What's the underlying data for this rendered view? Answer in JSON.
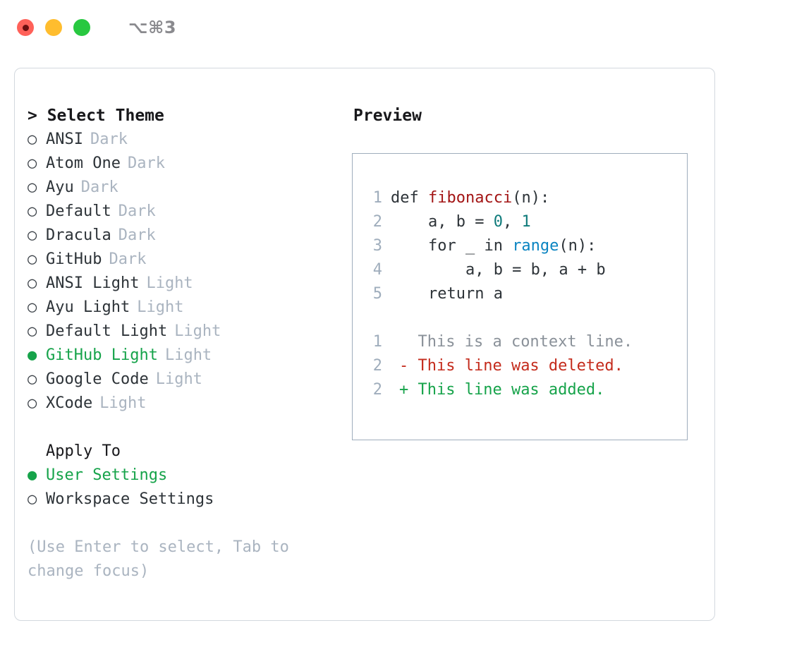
{
  "window": {
    "shortcut": "⌥⌘3",
    "lights": [
      "close-red",
      "minimize-yellow",
      "maximize-green"
    ]
  },
  "theme_picker": {
    "header": "> Select Theme",
    "items": [
      {
        "bullet": "○",
        "selected": false,
        "label": "ANSI",
        "suffix": "Dark"
      },
      {
        "bullet": "○",
        "selected": false,
        "label": "Atom One",
        "suffix": "Dark"
      },
      {
        "bullet": "○",
        "selected": false,
        "label": "Ayu",
        "suffix": "Dark"
      },
      {
        "bullet": "○",
        "selected": false,
        "label": "Default",
        "suffix": "Dark"
      },
      {
        "bullet": "○",
        "selected": false,
        "label": "Dracula",
        "suffix": "Dark"
      },
      {
        "bullet": "○",
        "selected": false,
        "label": "GitHub",
        "suffix": "Dark"
      },
      {
        "bullet": "○",
        "selected": false,
        "label": "ANSI Light",
        "suffix": "Light"
      },
      {
        "bullet": "○",
        "selected": false,
        "label": "Ayu Light",
        "suffix": "Light"
      },
      {
        "bullet": "○",
        "selected": false,
        "label": "Default Light",
        "suffix": "Light"
      },
      {
        "bullet": "●",
        "selected": true,
        "label": "GitHub Light",
        "suffix": "Light"
      },
      {
        "bullet": "○",
        "selected": false,
        "label": "Google Code",
        "suffix": "Light"
      },
      {
        "bullet": "○",
        "selected": false,
        "label": "XCode",
        "suffix": "Light"
      }
    ]
  },
  "apply_to": {
    "header": "Apply To",
    "items": [
      {
        "bullet": "●",
        "selected": true,
        "label": "User Settings"
      },
      {
        "bullet": "○",
        "selected": false,
        "label": "Workspace Settings"
      }
    ]
  },
  "hint": "(Use Enter to select, Tab to change focus)",
  "preview": {
    "title": "Preview",
    "code_lines": [
      {
        "no": "1",
        "tokens": [
          {
            "t": "def ",
            "c": "plain"
          },
          {
            "t": "fibonacci",
            "c": "fn"
          },
          {
            "t": "(n):",
            "c": "plain"
          }
        ]
      },
      {
        "no": "2",
        "tokens": [
          {
            "t": "    a, b = ",
            "c": "plain"
          },
          {
            "t": "0",
            "c": "num"
          },
          {
            "t": ", ",
            "c": "plain"
          },
          {
            "t": "1",
            "c": "num"
          }
        ]
      },
      {
        "no": "3",
        "tokens": [
          {
            "t": "    for _ in ",
            "c": "plain"
          },
          {
            "t": "range",
            "c": "call"
          },
          {
            "t": "(n):",
            "c": "plain"
          }
        ]
      },
      {
        "no": "4",
        "tokens": [
          {
            "t": "        a, b = b, a + b",
            "c": "plain"
          }
        ]
      },
      {
        "no": "5",
        "tokens": [
          {
            "t": "    return a",
            "c": "plain"
          }
        ]
      }
    ],
    "diff_lines": [
      {
        "no": "1",
        "marker": " ",
        "text": " This is a context line.",
        "kind": "ctx"
      },
      {
        "no": "2",
        "marker": "-",
        "text": " This line was deleted.",
        "kind": "del"
      },
      {
        "no": "2",
        "marker": "+",
        "text": " This line was added.",
        "kind": "add"
      }
    ]
  },
  "colors": {
    "accent_green": "#16a34a",
    "muted": "#aab4c0",
    "text": "#2d3338",
    "syntax_function": "#a31515",
    "syntax_number": "#0f7b7b",
    "syntax_call": "#0a84c1",
    "diff_deleted": "#c42b1c",
    "diff_added": "#16a34a",
    "panel_border": "#9fadbc"
  }
}
